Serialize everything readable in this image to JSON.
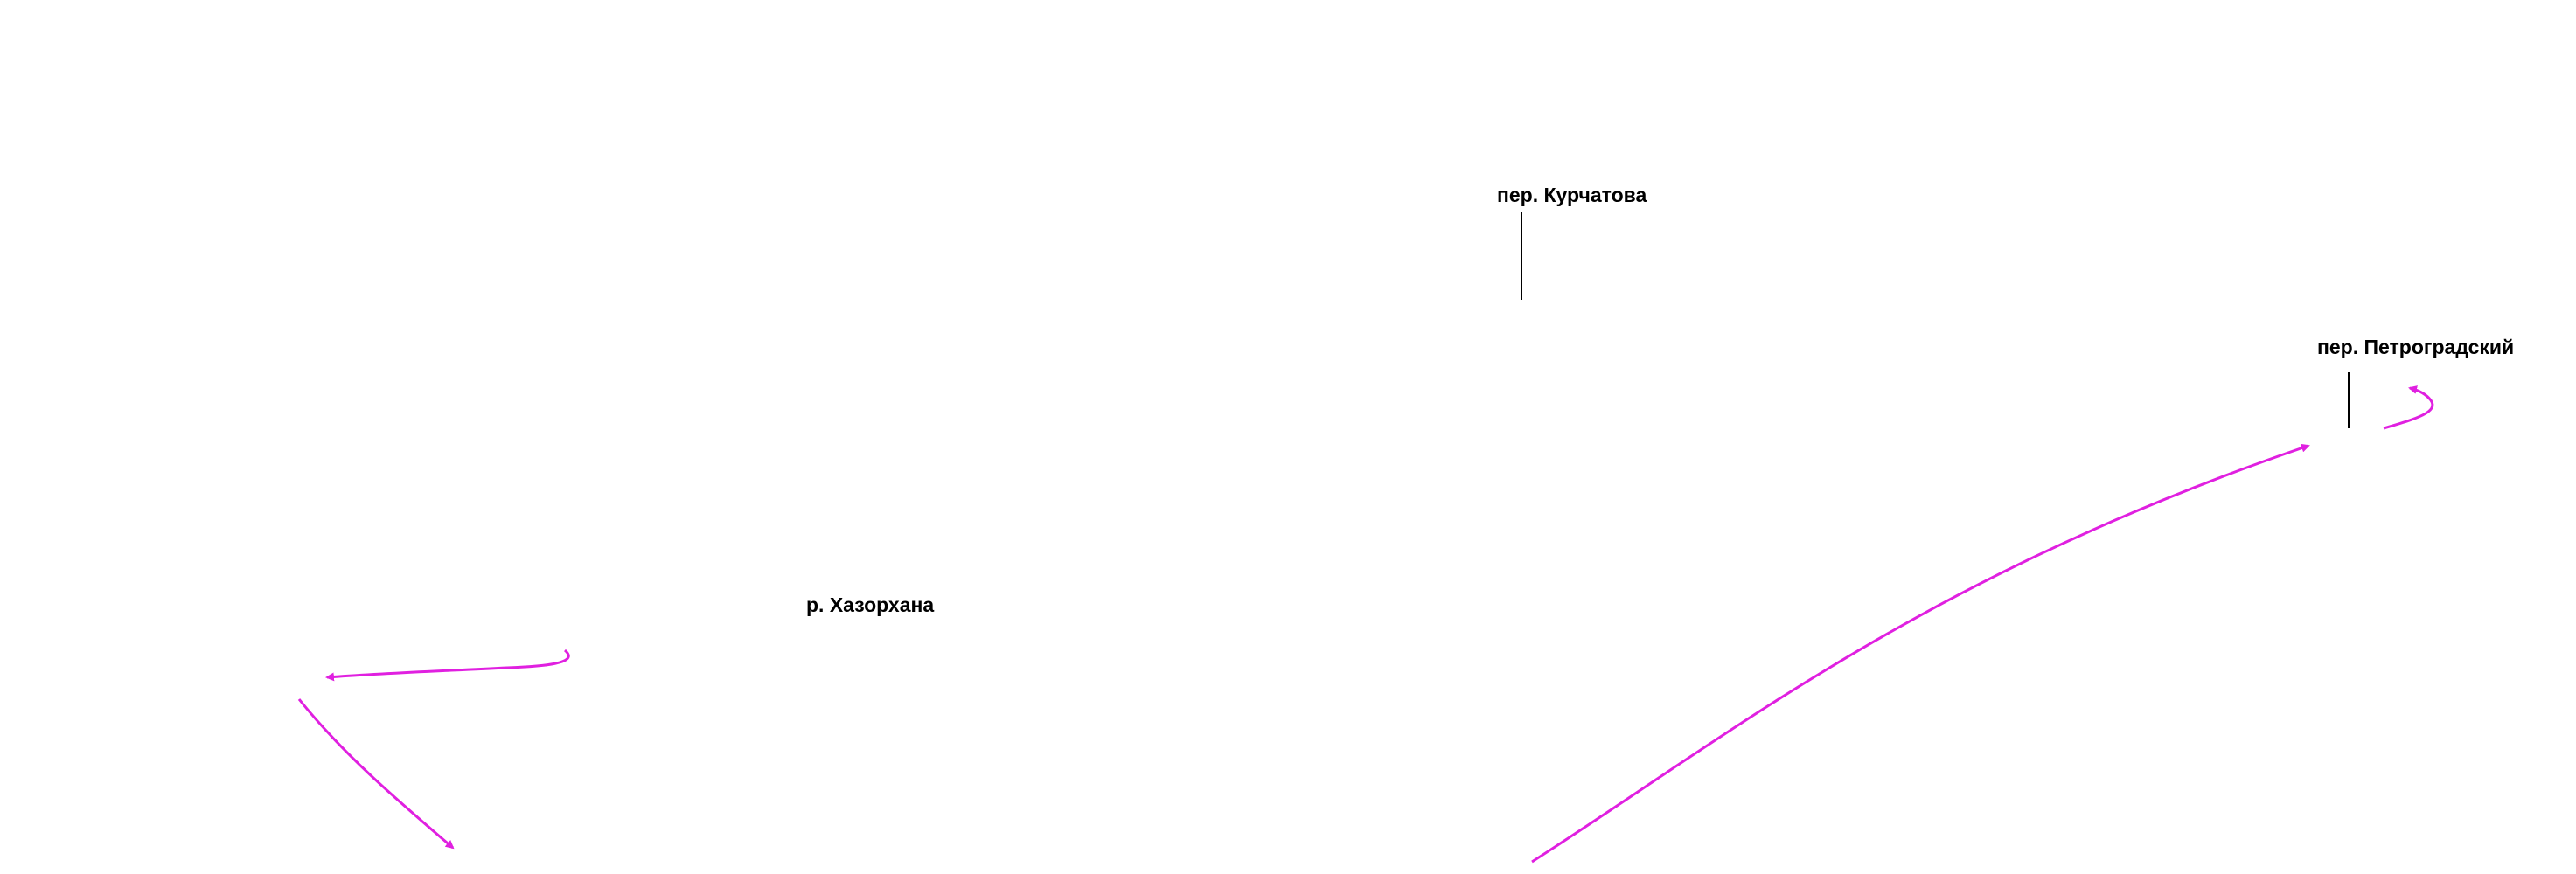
{
  "map": {
    "background_color": "#ffffff",
    "route_color": "#e020e0",
    "leader_line_color": "#000000",
    "labels": {
      "kurchatova": "пер. Курчатова",
      "petrogradsky": "пер. Петроградский",
      "khazorkhana": "р. Хазорхана"
    }
  }
}
